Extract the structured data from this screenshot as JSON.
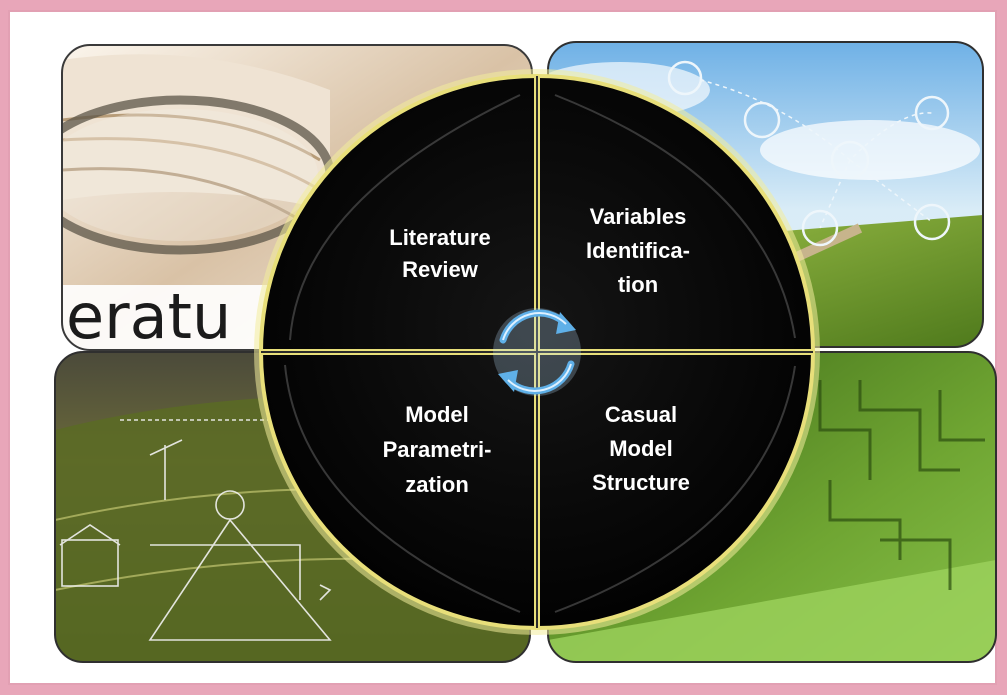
{
  "diagram": {
    "quadrants": {
      "top_left": {
        "line1": "Literature",
        "line2": "Review"
      },
      "top_right": {
        "line1": "Variables",
        "line2": "Identifica-",
        "line3": "tion"
      },
      "bottom_left": {
        "line1": "Model",
        "line2": "Parametri-",
        "line3": "zation"
      },
      "bottom_right": {
        "line1": "Casual",
        "line2": "Model",
        "line3": "Structure"
      }
    },
    "background_text": "eratu",
    "cycle_icon": "circular-arrows-icon",
    "colors": {
      "frame_border": "#e8a6b9",
      "disc": "#050505",
      "disc_border": "#e8df7a",
      "arrow": "#5fb0e8"
    }
  }
}
